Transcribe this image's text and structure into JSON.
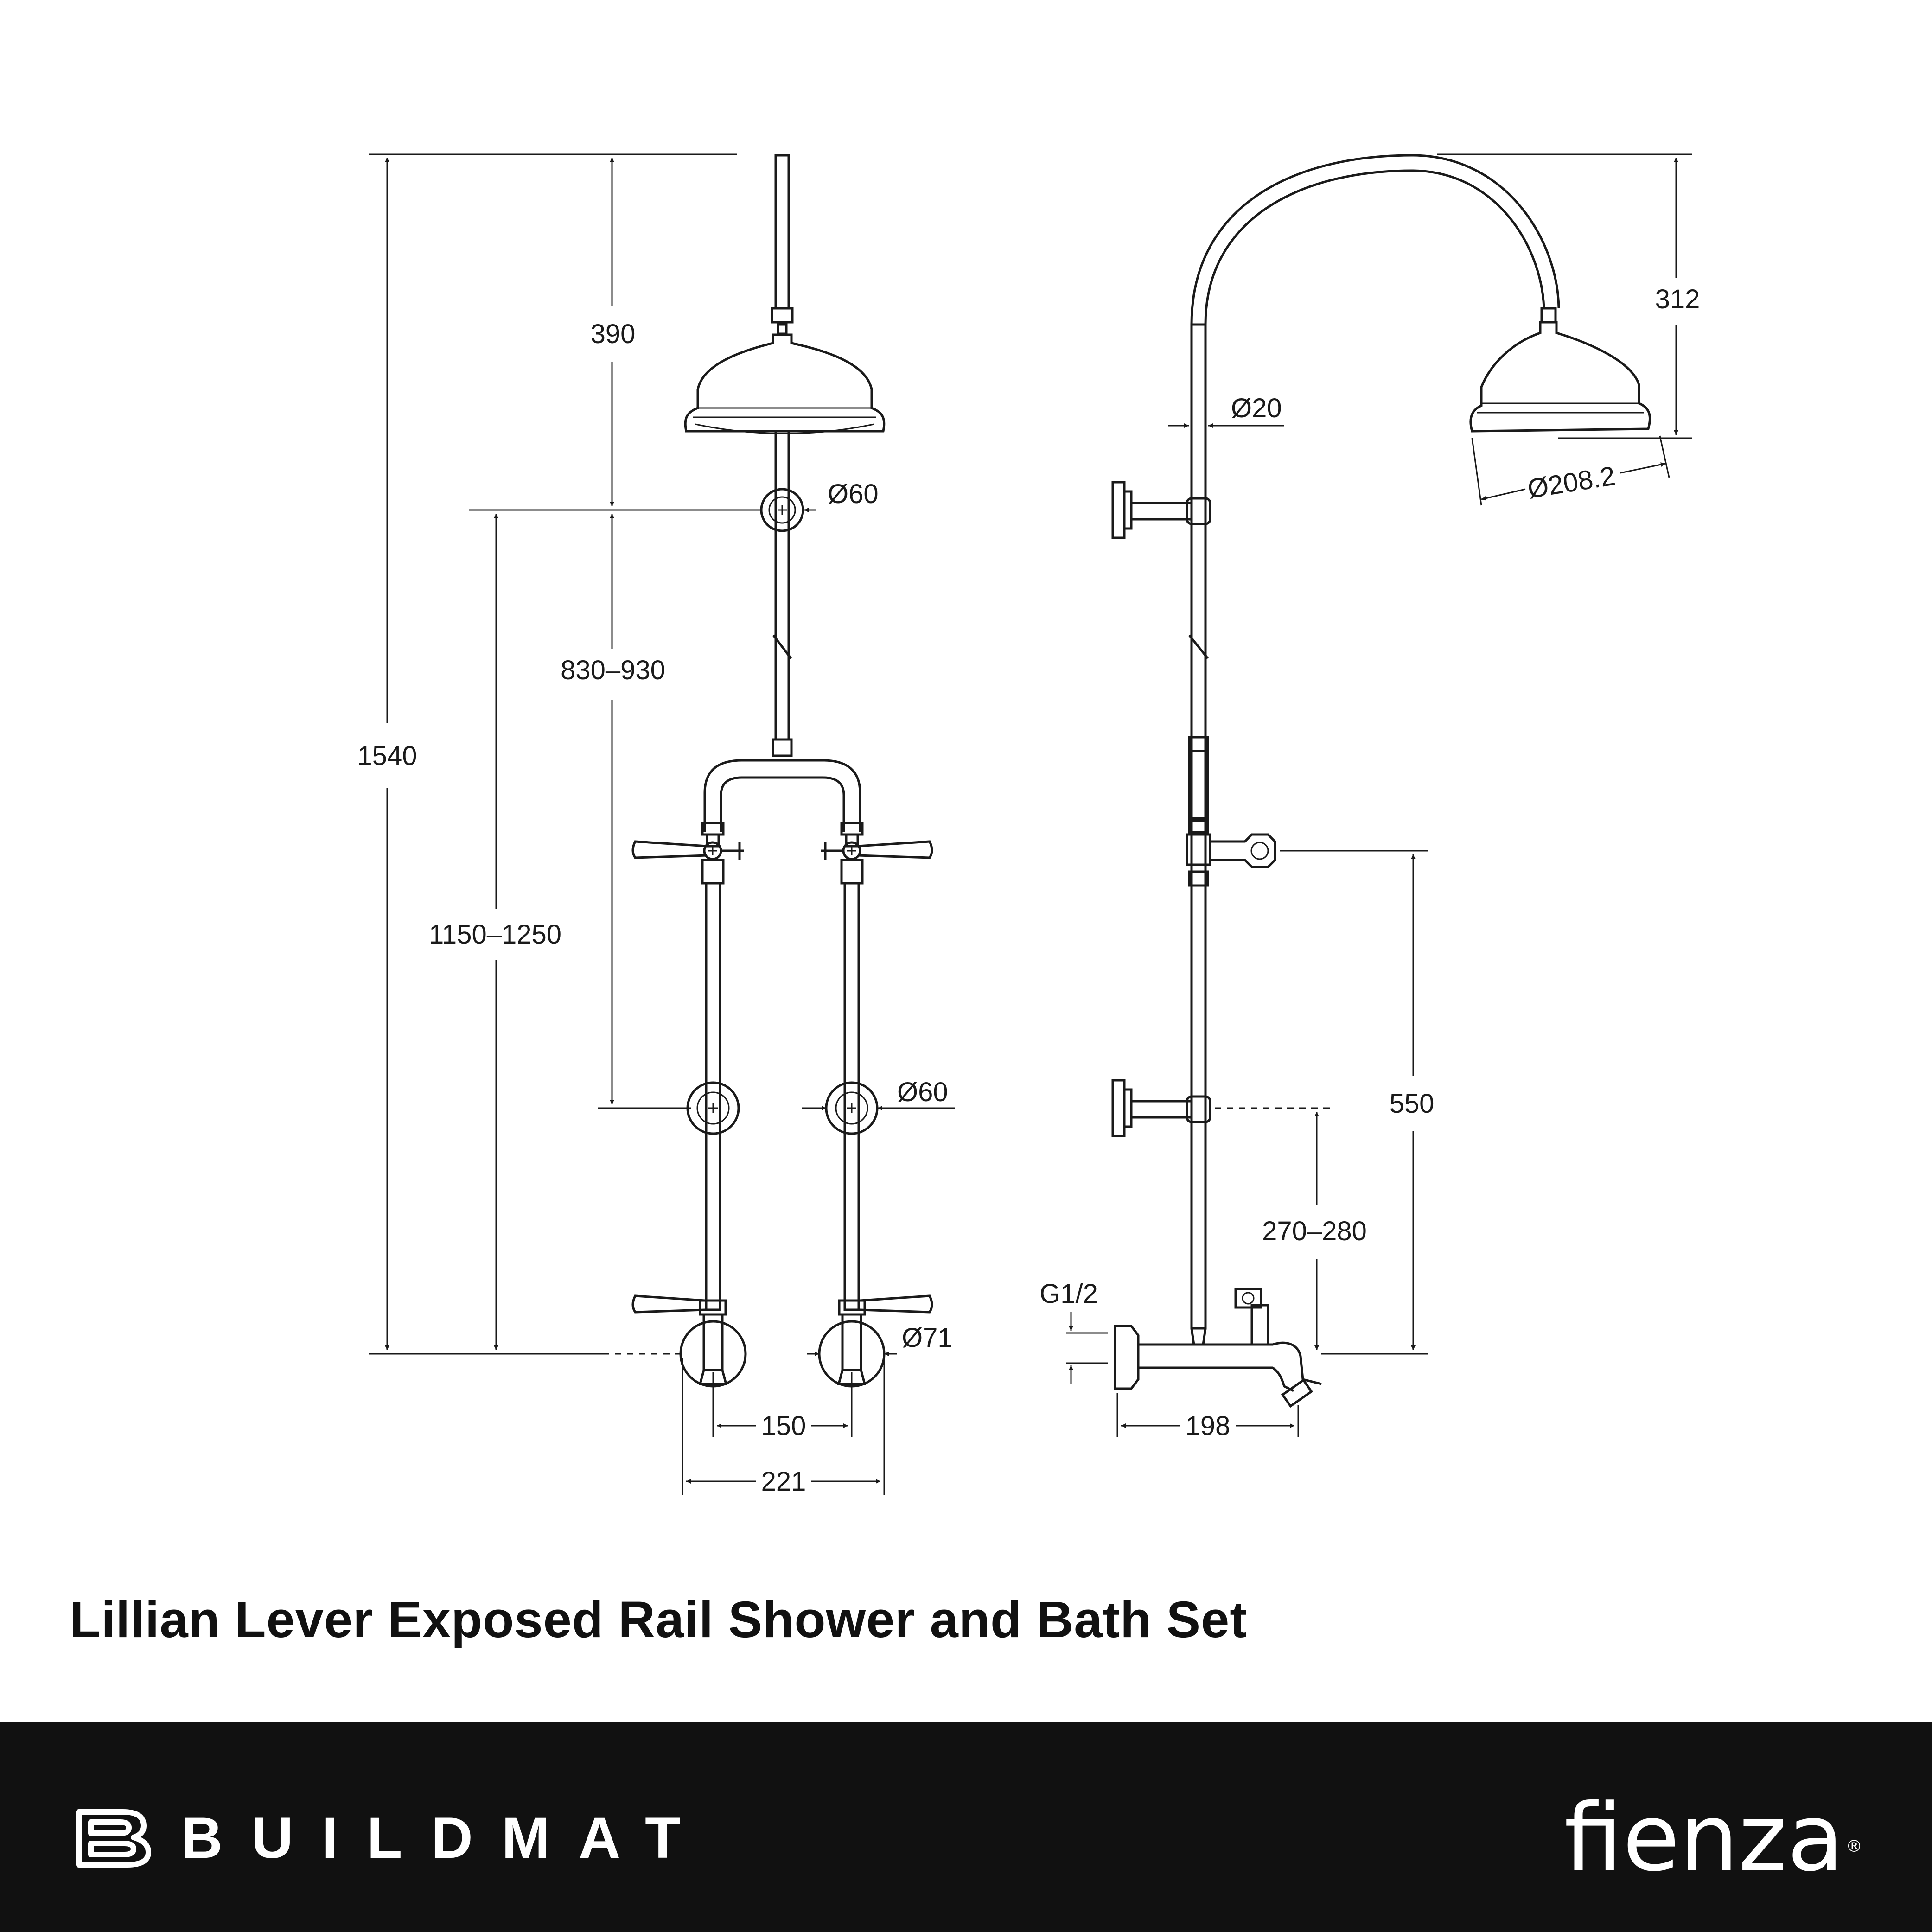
{
  "product_title": "Lillian Lever Exposed Rail Shower and Bath Set",
  "dimensions": {
    "total_height": "1540",
    "head_drop": "390",
    "rail_range": "830–930",
    "mixer_height": "1150–1250",
    "flange_upper": "Ø60",
    "flange_lower": "Ø60",
    "flange_tap": "Ø71",
    "centres": "150",
    "overall_width": "221",
    "rail_diameter": "Ø20",
    "head_diameter": "Ø208.2",
    "arm_height": "312",
    "slider_height": "550",
    "bracket_height": "270–280",
    "inlet_thread": "G1/2",
    "spout_reach": "198"
  },
  "footer": {
    "brand_left": "BUILDMAT",
    "brand_left_icon": "buildmat-b-logo-icon",
    "brand_right": "fienza",
    "brand_right_mark": "®"
  },
  "colors": {
    "line": "#1a1a1a",
    "footer_background": "#111111",
    "footer_text": "#ffffff"
  }
}
